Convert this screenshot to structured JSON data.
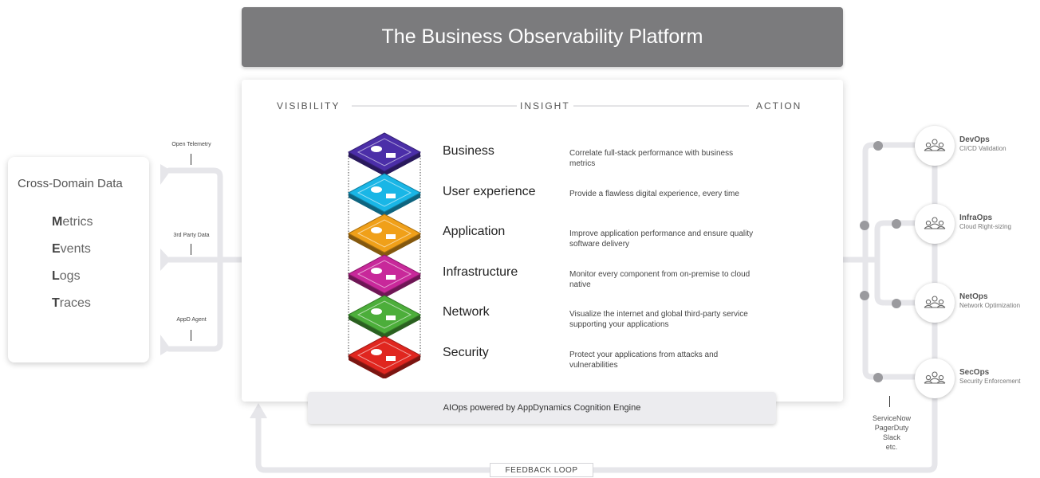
{
  "header": {
    "title": "The Business Observability Platform"
  },
  "phases": {
    "visibility": "VISIBILITY",
    "insight": "INSIGHT",
    "action": "ACTION"
  },
  "layers": [
    {
      "title": "Business",
      "desc": "Correlate full-stack performance with business metrics",
      "color": "#4b2ea8",
      "icon": "business-layer-icon"
    },
    {
      "title": "User experience",
      "desc": "Provide a flawless digital experience, every time",
      "color": "#19b6e6",
      "icon": "user-experience-layer-icon"
    },
    {
      "title": "Application",
      "desc": "Improve application performance and ensure quality software delivery",
      "color": "#f0a019",
      "icon": "application-layer-icon"
    },
    {
      "title": "Infrastructure",
      "desc": "Monitor every component from on-premise to cloud native",
      "color": "#c8289a",
      "icon": "infrastructure-layer-icon"
    },
    {
      "title": "Network",
      "desc": "Visualize the internet and global third-party service supporting your applications",
      "color": "#4cae3a",
      "icon": "network-layer-icon"
    },
    {
      "title": "Security",
      "desc": "Protect your applications from attacks and vulnerabilities",
      "color": "#e0261f",
      "icon": "security-layer-icon"
    }
  ],
  "aiops": "AIOps powered by AppDynamics Cognition Engine",
  "data_card": {
    "title": "Cross-Domain Data",
    "items": [
      {
        "initial": "M",
        "rest": "etrics"
      },
      {
        "initial": "E",
        "rest": "vents"
      },
      {
        "initial": "L",
        "rest": "ogs"
      },
      {
        "initial": "T",
        "rest": "races"
      }
    ]
  },
  "sources": [
    "Open Telemetry",
    "3rd Party Data",
    "AppD Agent"
  ],
  "ops": [
    {
      "name": "DevOps",
      "sub": "CI/CD Validation"
    },
    {
      "name": "InfraOps",
      "sub": "Cloud Right-sizing"
    },
    {
      "name": "NetOps",
      "sub": "Network Optimization"
    },
    {
      "name": "SecOps",
      "sub": "Security Enforcement"
    }
  ],
  "tools": [
    "ServiceNow",
    "PagerDuty",
    "Slack",
    "etc."
  ],
  "feedback": "FEEDBACK LOOP",
  "colors": {
    "header_bg": "#7b7b7d",
    "connector": "#e6e6ea",
    "node": "#9a9a9e"
  }
}
